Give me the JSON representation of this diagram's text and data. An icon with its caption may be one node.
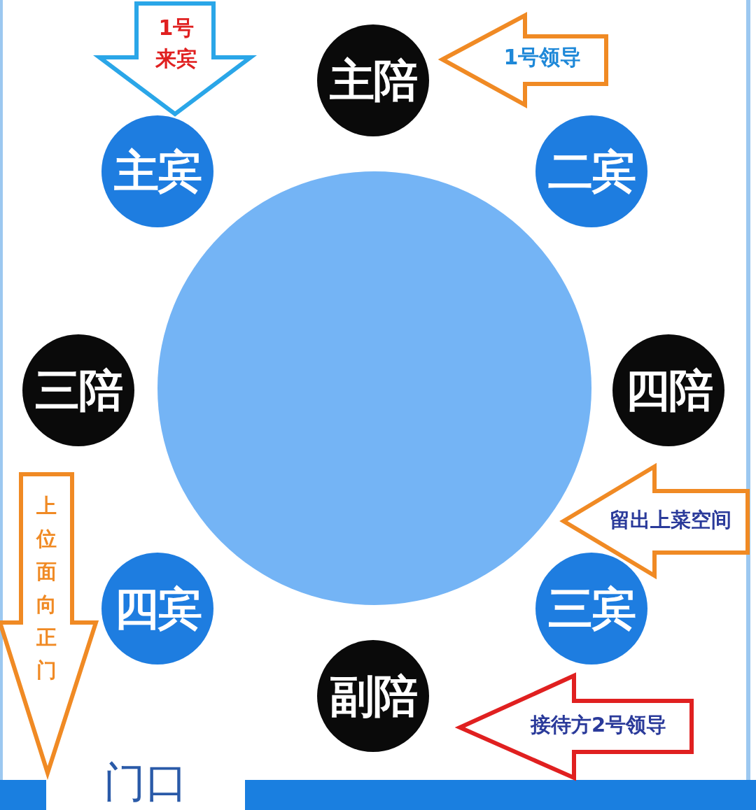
{
  "diagram": {
    "nodes": [
      {
        "text": [],
        "shape": "circle"
      },
      {
        "text": [
          "主陪"
        ]
      },
      {
        "text": [
          "主宾"
        ]
      },
      {
        "text": [
          "二宾"
        ]
      },
      {
        "text": [
          "三陪"
        ]
      },
      {
        "text": [
          "四陪"
        ]
      },
      {
        "text": [
          "四宾"
        ]
      },
      {
        "text": [
          "三宾"
        ]
      },
      {
        "text": [
          "副陪"
        ]
      },
      {
        "text": [
          "1号来宾"
        ]
      },
      {
        "text": [
          "1号领导"
        ]
      },
      {
        "text": [
          "留出上菜空间"
        ]
      },
      {
        "text": [
          "接待方2号领导"
        ]
      },
      {
        "text": [
          "上位面向正门"
        ]
      }
    ],
    "labels": [
      "门口"
    ]
  }
}
